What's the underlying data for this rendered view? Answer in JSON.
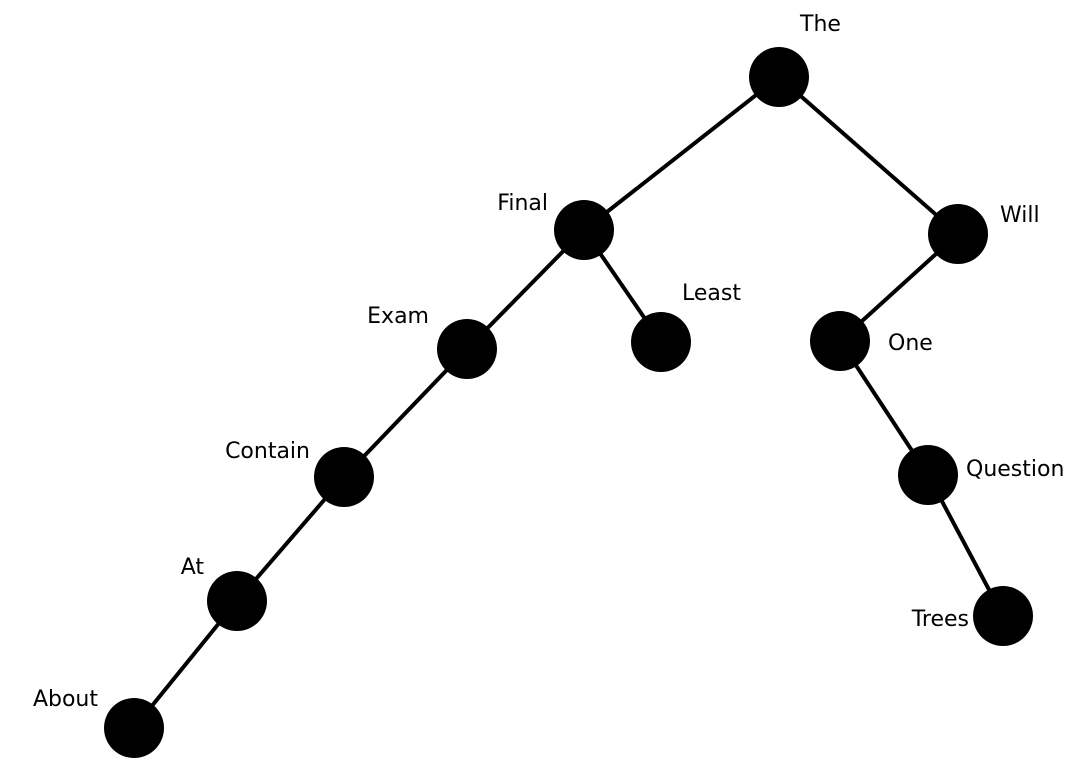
{
  "diagram": {
    "type": "binary-tree",
    "node_color": "#000000",
    "edge_color": "#000000",
    "background": "#ffffff",
    "nodes": [
      {
        "id": "the",
        "label": "The"
      },
      {
        "id": "final",
        "label": "Final"
      },
      {
        "id": "will",
        "label": "Will"
      },
      {
        "id": "exam",
        "label": "Exam"
      },
      {
        "id": "least",
        "label": "Least"
      },
      {
        "id": "one",
        "label": "One"
      },
      {
        "id": "contain",
        "label": "Contain"
      },
      {
        "id": "question",
        "label": "Question"
      },
      {
        "id": "at",
        "label": "At"
      },
      {
        "id": "trees",
        "label": "Trees"
      },
      {
        "id": "about",
        "label": "About"
      }
    ],
    "edges": [
      {
        "from": "the",
        "to": "final"
      },
      {
        "from": "the",
        "to": "will"
      },
      {
        "from": "final",
        "to": "exam"
      },
      {
        "from": "final",
        "to": "least"
      },
      {
        "from": "will",
        "to": "one"
      },
      {
        "from": "exam",
        "to": "contain"
      },
      {
        "from": "one",
        "to": "question"
      },
      {
        "from": "contain",
        "to": "at"
      },
      {
        "from": "question",
        "to": "trees"
      },
      {
        "from": "at",
        "to": "about"
      }
    ]
  }
}
